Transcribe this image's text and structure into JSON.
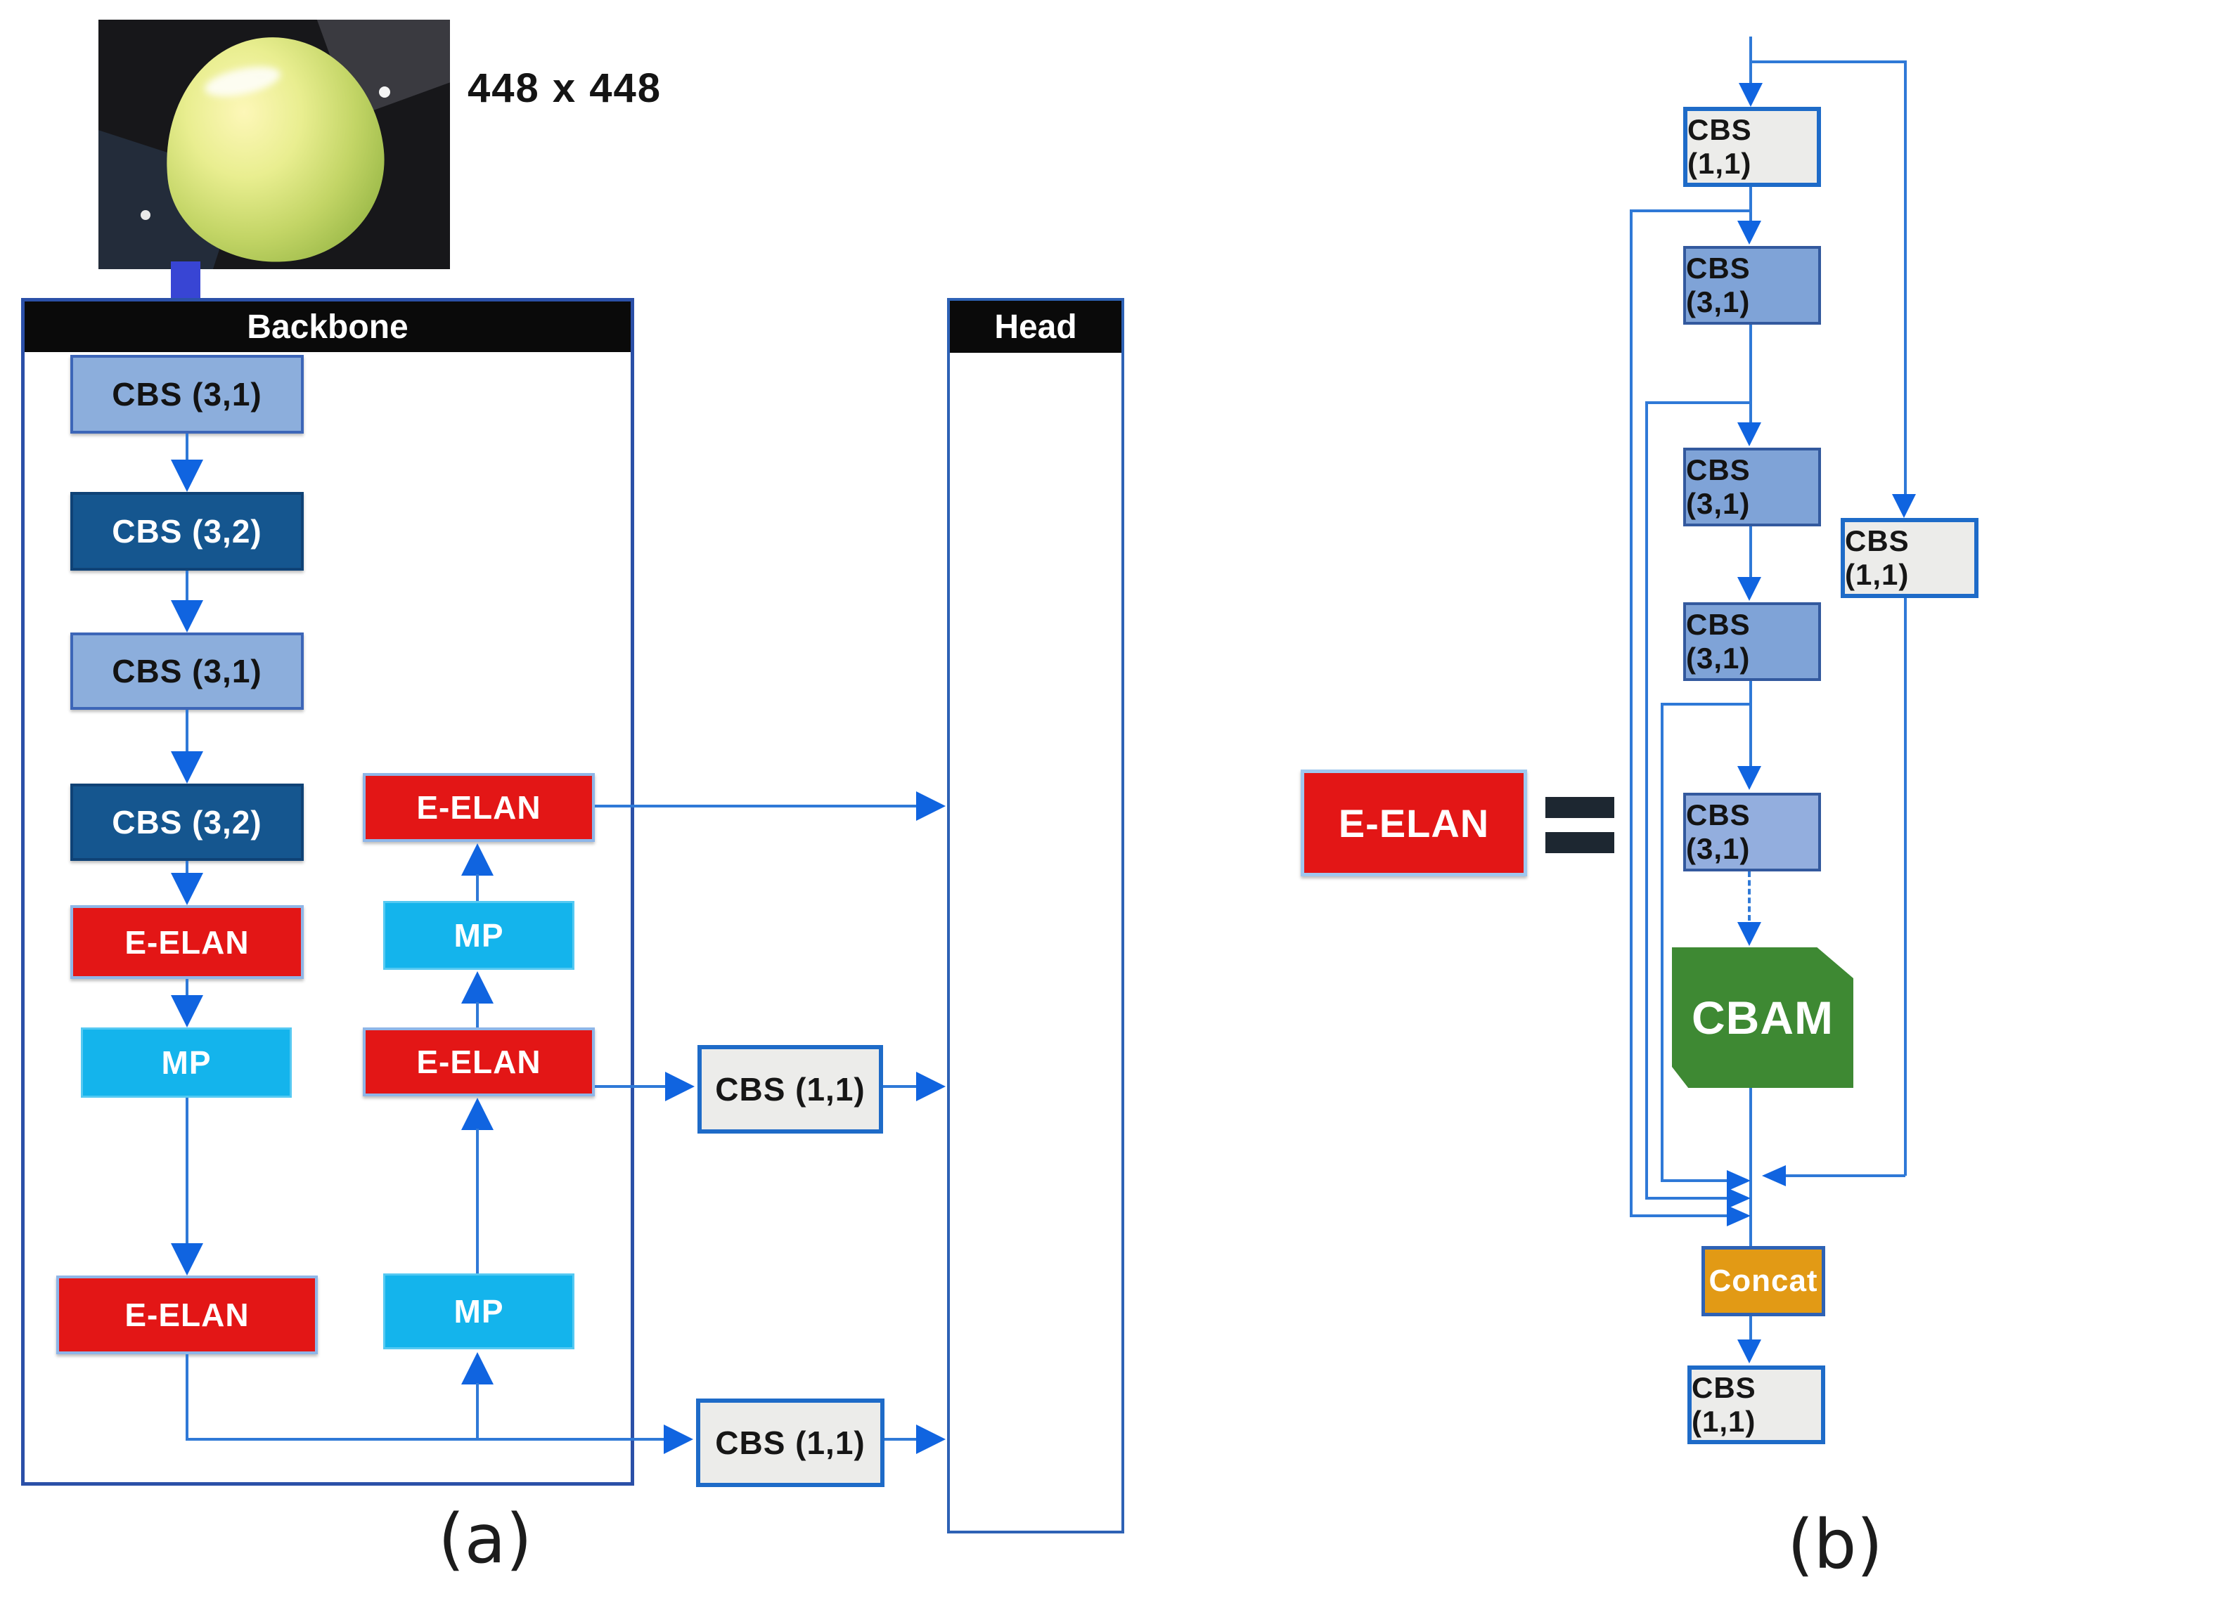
{
  "figure": {
    "input_size_label": "448 x 448",
    "caption_a": "(a)",
    "caption_b": "(b)"
  },
  "backbone": {
    "title": "Backbone",
    "col1": [
      {
        "label": "CBS (3,1)"
      },
      {
        "label": "CBS (3,2)"
      },
      {
        "label": "CBS (3,1)"
      },
      {
        "label": "CBS (3,2)"
      },
      {
        "label": "E-ELAN"
      },
      {
        "label": "MP"
      },
      {
        "label": "E-ELAN"
      }
    ],
    "col2": [
      {
        "label": "E-ELAN"
      },
      {
        "label": "MP"
      },
      {
        "label": "E-ELAN"
      },
      {
        "label": "MP"
      }
    ]
  },
  "head": {
    "title": "Head"
  },
  "bridge": {
    "cbs_mid_label": "CBS (1,1)",
    "cbs_bottom_label": "CBS (1,1)"
  },
  "eelan_detail": {
    "legend_label": "E-ELAN",
    "equals_sign": "=",
    "chain": [
      {
        "label": "CBS (1,1)"
      },
      {
        "label": "CBS (3,1)"
      },
      {
        "label": "CBS (3,1)"
      },
      {
        "label": "CBS (3,1)"
      },
      {
        "label": "CBS (3,1)"
      },
      {
        "label": "CBAM"
      },
      {
        "label": "Concat"
      },
      {
        "label": "CBS (1,1)"
      }
    ],
    "side_branch_label": "CBS (1,1)"
  },
  "colors": {
    "line_blue": "#2F79D7",
    "arrow_blue": "#1064E0",
    "box_light_blue": "#8CAEDC",
    "box_dark_blue": "#15568F",
    "box_red": "#E31616",
    "box_cyan": "#14B4EC",
    "box_gray": "#ECECEA",
    "box_green": "#3E8933",
    "box_orange": "#E29A15",
    "header_black": "#0A0A0A",
    "input_arrow_blue": "#3845D4"
  }
}
